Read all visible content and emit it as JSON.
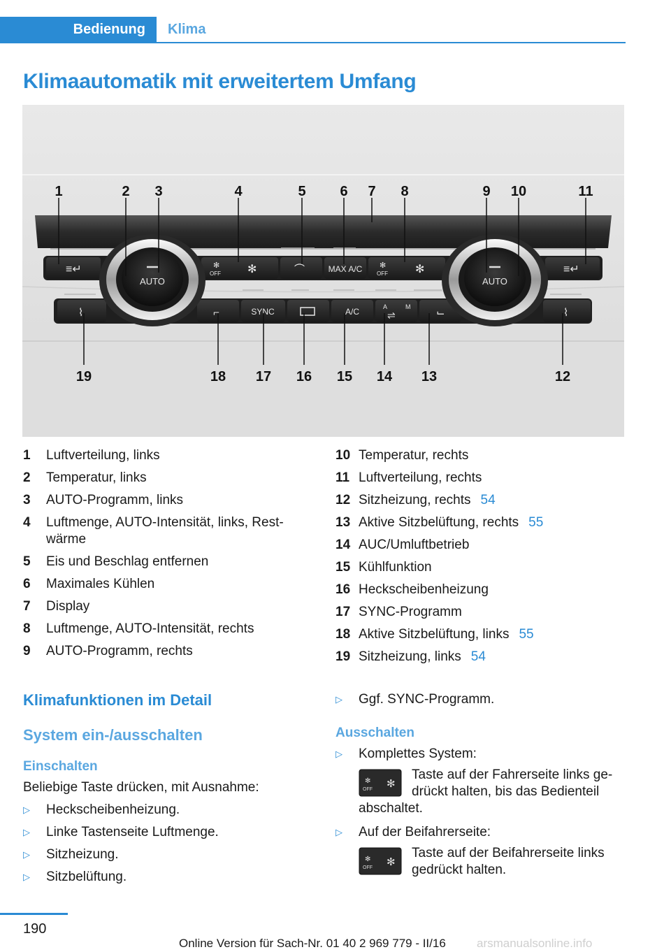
{
  "header": {
    "tab_active": "Bedienung",
    "tab_inactive": "Klima"
  },
  "page_title": "Klimaautomatik mit erweitertem Umfang",
  "figure": {
    "callouts_top": [
      "1",
      "2",
      "3",
      "4",
      "5",
      "6",
      "7",
      "8",
      "9",
      "10",
      "11"
    ],
    "callouts_bottom": [
      "19",
      "18",
      "17",
      "16",
      "15",
      "14",
      "13",
      "12"
    ],
    "button_labels": {
      "auto": "AUTO",
      "off": "OFF",
      "max_ac": "MAX A/C",
      "sync": "SYNC",
      "ac": "A/C",
      "a": "A",
      "m": "M"
    }
  },
  "legend_left": [
    {
      "num": "1",
      "text": "Luftverteilung, links"
    },
    {
      "num": "2",
      "text": "Temperatur, links"
    },
    {
      "num": "3",
      "text": "AUTO-Programm, links"
    },
    {
      "num": "4",
      "text": "Luftmenge, AUTO-Intensität, links, Rest­wärme"
    },
    {
      "num": "5",
      "text": "Eis und Beschlag entfernen"
    },
    {
      "num": "6",
      "text": "Maximales Kühlen"
    },
    {
      "num": "7",
      "text": "Display"
    },
    {
      "num": "8",
      "text": "Luftmenge, AUTO-Intensität, rechts"
    },
    {
      "num": "9",
      "text": "AUTO-Programm, rechts"
    }
  ],
  "legend_right": [
    {
      "num": "10",
      "text": "Temperatur, rechts",
      "ref": ""
    },
    {
      "num": "11",
      "text": "Luftverteilung, rechts",
      "ref": ""
    },
    {
      "num": "12",
      "text": "Sitzheizung, rechts",
      "ref": "54"
    },
    {
      "num": "13",
      "text": "Aktive Sitzbelüftung, rechts",
      "ref": "55"
    },
    {
      "num": "14",
      "text": "AUC/Umluftbetrieb",
      "ref": ""
    },
    {
      "num": "15",
      "text": "Kühlfunktion",
      "ref": ""
    },
    {
      "num": "16",
      "text": "Heckscheibenheizung",
      "ref": ""
    },
    {
      "num": "17",
      "text": "SYNC-Programm",
      "ref": ""
    },
    {
      "num": "18",
      "text": "Aktive Sitzbelüftung, links",
      "ref": "55"
    },
    {
      "num": "19",
      "text": "Sitzheizung, links",
      "ref": "54"
    }
  ],
  "section": {
    "h2": "Klimafunktionen im Detail",
    "h3": "System ein-/ausschalten",
    "einschalten": {
      "title": "Einschalten",
      "intro": "Beliebige Taste drücken, mit Ausnahme:",
      "bullets": [
        "Heckscheibenheizung.",
        "Linke Tastenseite Luftmenge.",
        "Sitzheizung.",
        "Sitzbelüftung."
      ]
    },
    "bullet_cont": "Ggf. SYNC-Programm.",
    "ausschalten": {
      "title": "Ausschalten",
      "item1": {
        "label": "Komplettes System:",
        "desc": "Taste auf der Fahrerseite links ge­drückt halten, bis das Bedienteil",
        "cont": "abschaltet."
      },
      "item2": {
        "label": "Auf der Beifahrerseite:",
        "desc": "Taste auf der Beifahrerseite links gedrückt halten."
      }
    }
  },
  "footer": {
    "page_number": "190",
    "online_text": "Online Version für Sach-Nr. 01 40 2 969 779 - II/16",
    "watermark": "arsmanualsonline.info"
  }
}
